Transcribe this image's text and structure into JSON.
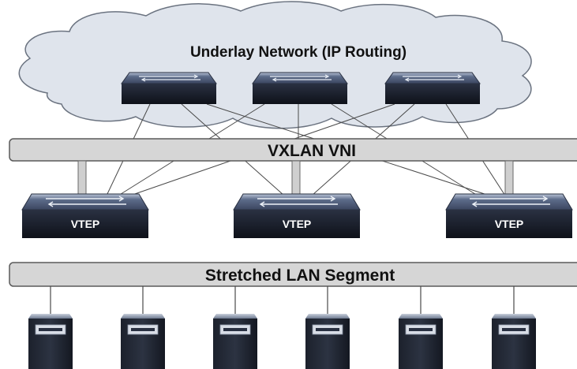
{
  "cloud": {
    "label": "Underlay Network (IP Routing)"
  },
  "vni_bar": {
    "label": "VXLAN VNI"
  },
  "lan_bar": {
    "label": "Stretched LAN Segment"
  },
  "vteps": [
    {
      "label": "VTEP"
    },
    {
      "label": "VTEP"
    },
    {
      "label": "VTEP"
    }
  ],
  "spine_switch_count": 3,
  "server_count": 6,
  "colors": {
    "cloud_fill": "#dfe4ec",
    "cloud_stroke": "#6b7380",
    "bar_fill": "#d6d6d6",
    "bar_stroke": "#5a5a5a",
    "switch_top": "#4a5a78",
    "switch_front": "#1a1f2b",
    "line": "#4a4a4a"
  }
}
